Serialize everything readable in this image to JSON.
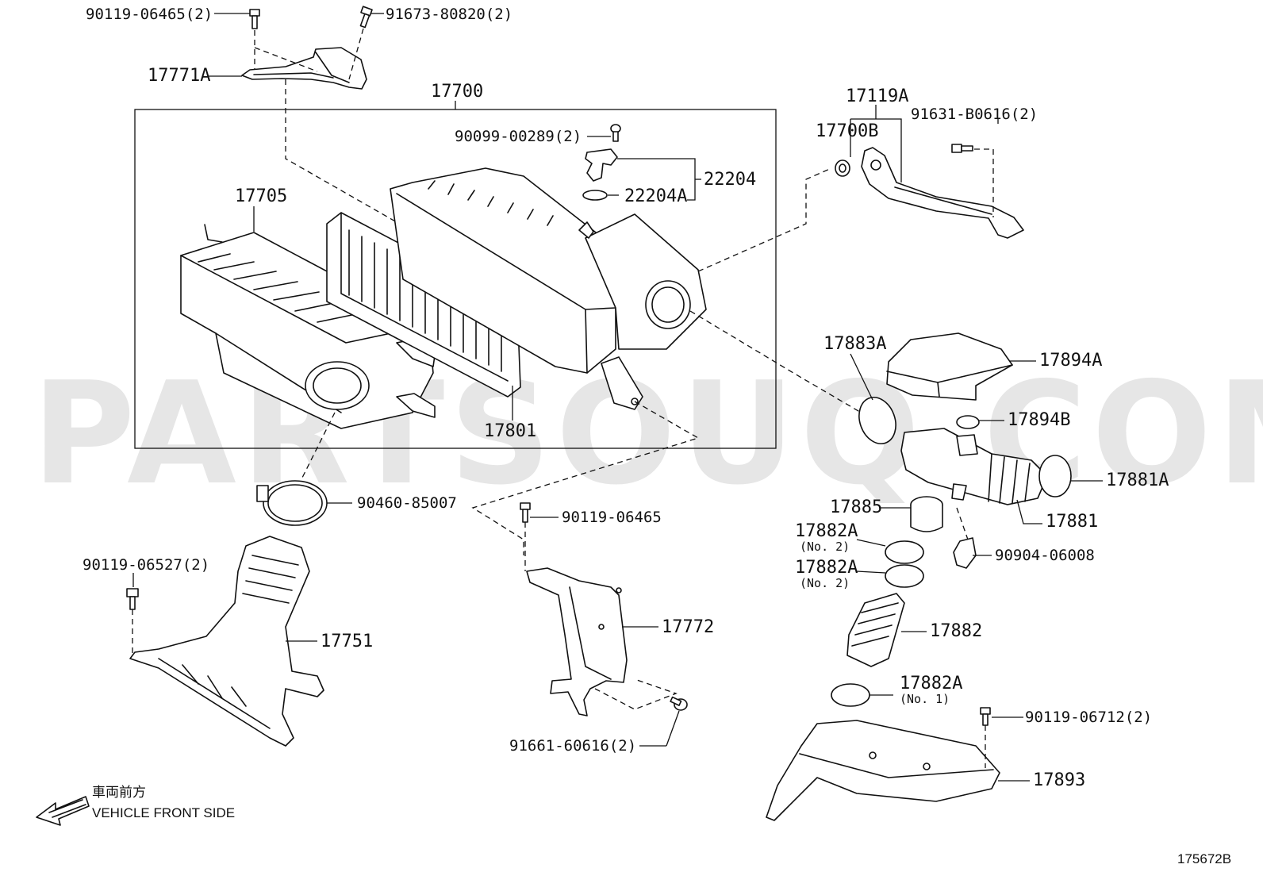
{
  "watermark": "PARTSOUQ.COM",
  "diagram_code": "175672B",
  "direction": {
    "japanese": "車両前方",
    "english": "VEHICLE FRONT SIDE"
  },
  "labels": {
    "p90119_06465_2": "90119-06465(2)",
    "p91673_80820_2": "91673-80820(2)",
    "p17771A": "17771A",
    "p17700": "17700",
    "p90099_00289_2": "90099-00289(2)",
    "p22204": "22204",
    "p22204A": "22204A",
    "p17705": "17705",
    "p17801": "17801",
    "p17119A": "17119A",
    "p17700B": "17700B",
    "p91631_B0616_2": "91631-B0616(2)",
    "p17883A": "17883A",
    "p17894A": "17894A",
    "p17894B": "17894B",
    "p17881A": "17881A",
    "p17881": "17881",
    "p17885": "17885",
    "p17882A_a": "17882A",
    "p17882A_a_sub": "(No. 2)",
    "p17882A_b": "17882A",
    "p17882A_b_sub": "(No. 2)",
    "p90904_06008": "90904-06008",
    "p17882": "17882",
    "p17882A_c": "17882A",
    "p17882A_c_sub": "(No. 1)",
    "p90119_06712_2": "90119-06712(2)",
    "p17893": "17893",
    "p90460_85007": "90460-85007",
    "p90119_06527_2": "90119-06527(2)",
    "p17751": "17751",
    "p90119_06465": "90119-06465",
    "p17772": "17772",
    "p91661_60616_2": "91661-60616(2)"
  }
}
